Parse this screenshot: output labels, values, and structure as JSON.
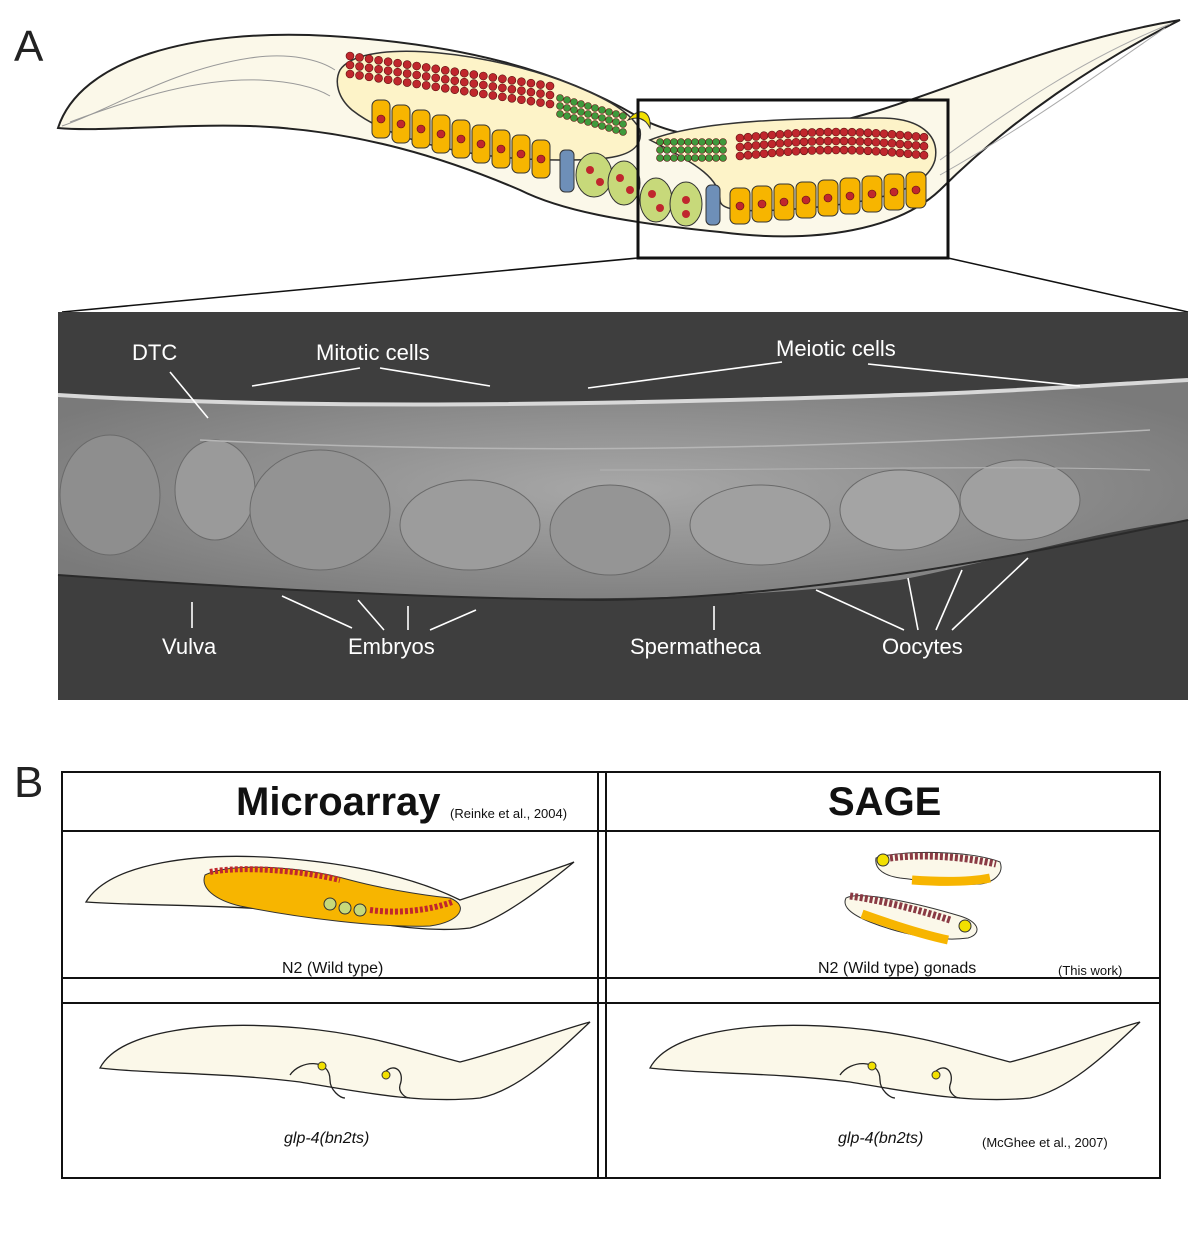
{
  "panelA": {
    "letter": "A",
    "labels": {
      "dtc": "DTC",
      "mitotic": "Mitotic cells",
      "meiotic": "Meiotic cells",
      "vulva": "Vulva",
      "embryos": "Embryos",
      "spermatheca": "Spermatheca",
      "oocytes": "Oocytes"
    }
  },
  "panelB": {
    "letter": "B",
    "columns": [
      {
        "title": "Microarray",
        "reference": "(Reinke et al., 2004)"
      },
      {
        "title": "SAGE",
        "reference": ""
      }
    ],
    "rows": [
      {
        "left_caption": "N2 (Wild type)",
        "right_caption": "N2 (Wild type) gonads",
        "right_reference": "(This work)"
      },
      {
        "left_caption": "glp-4(bn2ts)",
        "right_caption": "glp-4(bn2ts)",
        "right_reference": "(McGhee et al., 2007)"
      }
    ]
  },
  "colors": {
    "body_fill": "#fbf8e9",
    "mitotic_cells": "#c0272d",
    "meiotic_cells": "#3f9a3c",
    "oocyte": "#f7b500",
    "embryo": "#c7d97a",
    "sperm": "#6e8fb8",
    "photo_bg": "#3e3e3e"
  }
}
